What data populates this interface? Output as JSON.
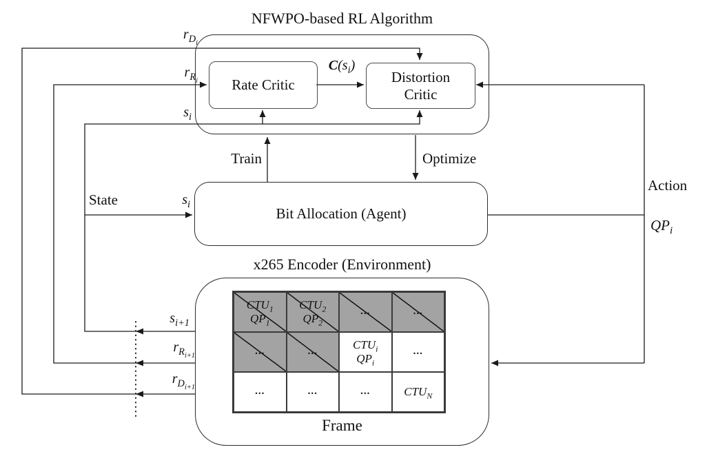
{
  "diagram": {
    "title_top": "NFWPO-based RL Algorithm",
    "title_encoder": "x265 Encoder (Environment)",
    "frame_label": "Frame",
    "agent_label": "Bit Allocation (Agent)",
    "rate_critic_label": "Rate Critic",
    "distortion_critic_line1": "Distortion",
    "distortion_critic_line2": "Critic",
    "train_label": "Train",
    "optimize_label": "Optimize",
    "state_label": "State",
    "action_label": "Action"
  },
  "math": {
    "r_D_i": {
      "base": "r",
      "sub": "D",
      "subsub": "i"
    },
    "r_R_i": {
      "base": "r",
      "sub": "R",
      "subsub": "i"
    },
    "s_i": {
      "base": "s",
      "sub": "i"
    },
    "c_s_i": {
      "func": "C",
      "open": "(",
      "base": "s",
      "sub": "i",
      "close": ")"
    },
    "state_s_i": {
      "base": "s",
      "sub": "i"
    },
    "qp_i": {
      "base": "QP",
      "sub": "i"
    },
    "s_i1": {
      "base": "s",
      "sub": "i+1"
    },
    "r_R_i1": {
      "base": "r",
      "sub": "R",
      "subsub": "i+1"
    },
    "r_D_i1": {
      "base": "r",
      "sub": "D",
      "subsub": "i+1"
    }
  },
  "grid": {
    "rows": [
      [
        {
          "ctu": "CTU",
          "ctu_sub": "1",
          "qp": "QP",
          "qp_sub": "1"
        },
        {
          "ctu": "CTU",
          "ctu_sub": "2",
          "qp": "QP",
          "qp_sub": "2"
        },
        {
          "dots": "..."
        },
        {
          "dots": "..."
        }
      ],
      [
        {
          "dots": "..."
        },
        {
          "dots": "..."
        },
        {
          "ctu": "CTU",
          "ctu_sub": "i",
          "qp": "QP",
          "qp_sub": "i"
        },
        {
          "dots": "..."
        }
      ],
      [
        {
          "dots": "..."
        },
        {
          "dots": "..."
        },
        {
          "dots": "..."
        },
        {
          "ctu": "CTU",
          "ctu_sub": "N"
        }
      ]
    ]
  },
  "colors": {
    "cell_gray": "#a3a3a3",
    "line": "#1a1a1a",
    "background": "#ffffff"
  }
}
